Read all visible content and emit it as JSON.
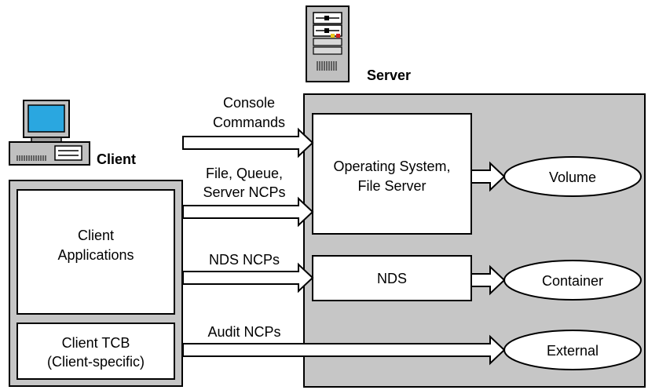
{
  "client": {
    "title": "Client",
    "applications": [
      "Client",
      "Applications"
    ],
    "tcb": [
      "Client TCB",
      "(Client-specific)"
    ]
  },
  "server": {
    "title": "Server",
    "os_box": [
      "Operating System,",
      "File Server"
    ],
    "nds_box": "NDS"
  },
  "arrows": {
    "console": [
      "Console",
      "Commands"
    ],
    "file_queue": [
      "File, Queue,",
      "Server NCPs"
    ],
    "nds_ncps": "NDS NCPs",
    "audit_ncps": "Audit NCPs"
  },
  "targets": {
    "volume": "Volume",
    "container": "Container",
    "external": "External"
  },
  "colors": {
    "panel_gray": "#c6c6c6",
    "monitor_screen": "#2aa7e0",
    "tower_gray": "#c0c0c0"
  },
  "icons": [
    "client-computer-icon",
    "server-tower-icon"
  ]
}
